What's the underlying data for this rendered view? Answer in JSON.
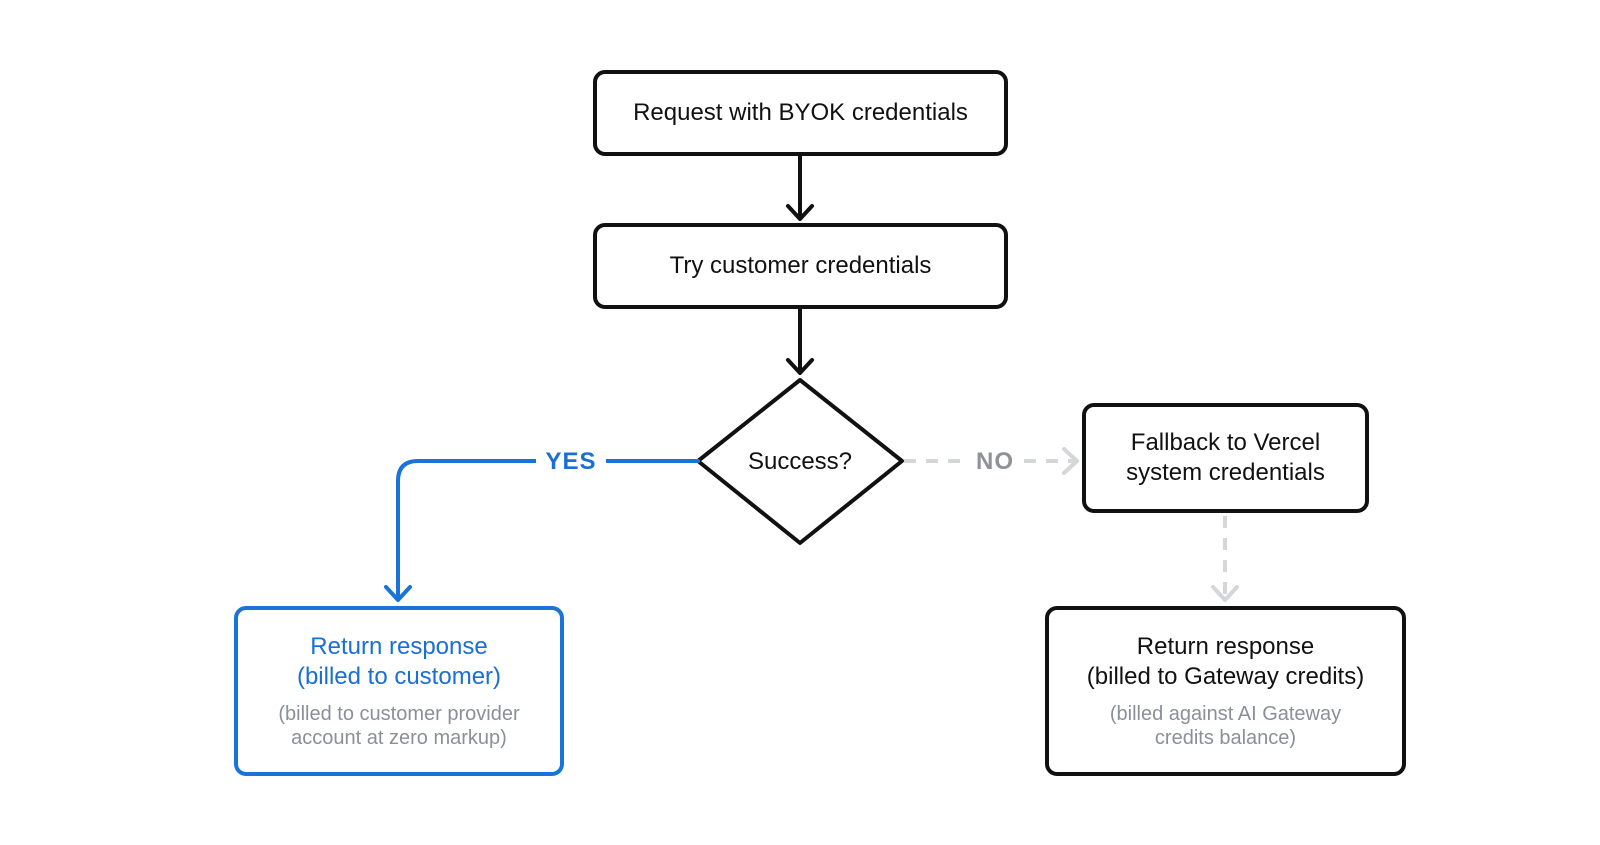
{
  "nodes": {
    "request": {
      "label": "Request with BYOK credentials"
    },
    "try": {
      "label": "Try customer credentials"
    },
    "decision": {
      "label": "Success?"
    },
    "fallback": {
      "line1": "Fallback to Vercel",
      "line2": "system credentials"
    },
    "yes_return": {
      "line1": "Return response",
      "line2": "(billed to customer)",
      "note1": "(billed to customer provider",
      "note2": "account at zero markup)"
    },
    "no_return": {
      "line1": "Return response",
      "line2": "(billed to Gateway credits)",
      "note1": "(billed against AI Gateway",
      "note2": "credits balance)"
    }
  },
  "edges": {
    "yes_label": "YES",
    "no_label": "NO"
  },
  "colors": {
    "primary": "#111111",
    "accent_blue": "#1a73d9",
    "muted_gray": "#d4d6da",
    "note_gray": "#8a8f98"
  }
}
